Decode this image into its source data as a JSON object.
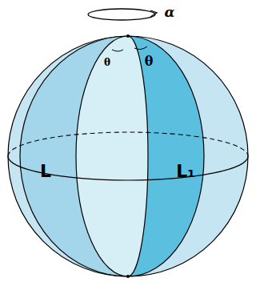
{
  "diagram": {
    "nodes": [
      {
        "text": [
          "L"
        ]
      },
      {
        "text": [
          "L₁"
        ]
      }
    ],
    "labels": [
      "α",
      "θ",
      "θ"
    ]
  }
}
